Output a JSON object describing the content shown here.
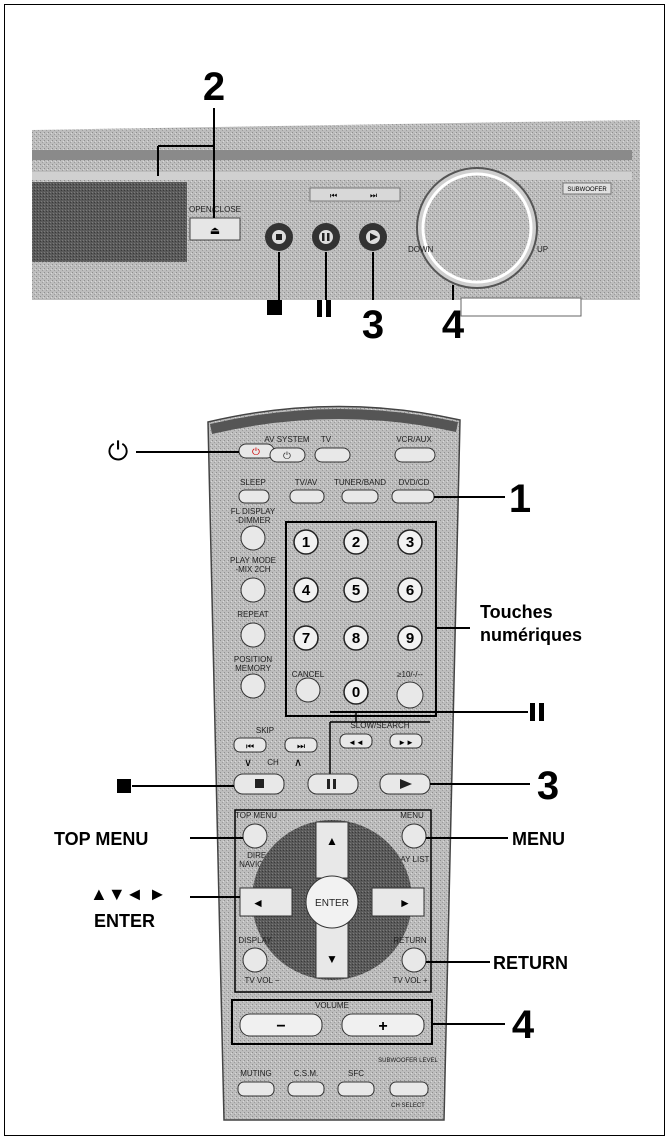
{
  "callouts": {
    "top_2": "2",
    "top_3": "3",
    "top_4": "4",
    "r1": "1",
    "r3": "3",
    "r4": "4",
    "numeric_line1": "Touches",
    "numeric_line2": "numériques",
    "top_menu": "TOP MENU",
    "menu": "MENU",
    "return": "RETURN",
    "arrows": "▲▼◄ ►",
    "enter": "ENTER"
  },
  "unit_labels": {
    "open_close": "OPEN/CLOSE",
    "down": "DOWN",
    "up": "UP",
    "subwoofer": "SUBWOOFER"
  },
  "remote_labels": {
    "av_system": "AV SYSTEM",
    "tv": "TV",
    "vcr_aux": "VCR/AUX",
    "sleep": "SLEEP",
    "tv_av": "TV/AV",
    "tuner_band": "TUNER/BAND",
    "dvd": "DVD/CD",
    "fl_display_1": "FL DISPLAY",
    "fl_display_2": "-DIMMER",
    "play_mode_1": "PLAY MODE",
    "play_mode_2": "-MIX 2CH",
    "repeat": "REPEAT",
    "position_1": "POSITION",
    "position_2": "MEMORY",
    "cancel": "CANCEL",
    "group": "≥10/-/--",
    "skip": "SKIP",
    "slow_search": "SLOW/SEARCH",
    "ch": "CH",
    "top_menu": "TOP MENU",
    "direct_1": "DIRECT",
    "direct_2": "NAVIGATOR",
    "menu": "MENU",
    "play_list": "PLAY LIST",
    "enter": "ENTER",
    "display": "DISPLAY",
    "tv_vol_minus": "TV VOL −",
    "return": "RETURN",
    "tv_vol_plus": "TV VOL +",
    "volume": "VOLUME",
    "minus": "−",
    "plus": "+",
    "muting": "MUTING",
    "csm": "C.S.M.",
    "sfc": "SFC",
    "sub_level": "SUBWOOFER LEVEL",
    "ch_select": "CH SELECT",
    "digits": [
      "1",
      "2",
      "3",
      "4",
      "5",
      "6",
      "7",
      "8",
      "9",
      "0"
    ]
  },
  "symbols": {
    "power": "⏻",
    "stop": "■",
    "pause": "❚❚",
    "play": "►",
    "eject": "⏏",
    "prev": "⏮",
    "next": "⏭",
    "rew": "◄◄",
    "ff": "►►",
    "up": "▲",
    "down": "▼",
    "left": "◄",
    "right": "►",
    "ch_down": "∨",
    "ch_up": "∧"
  },
  "colors": {
    "ink": "#000000",
    "body": "#9a9a9a",
    "dark": "#4a4a4a"
  }
}
